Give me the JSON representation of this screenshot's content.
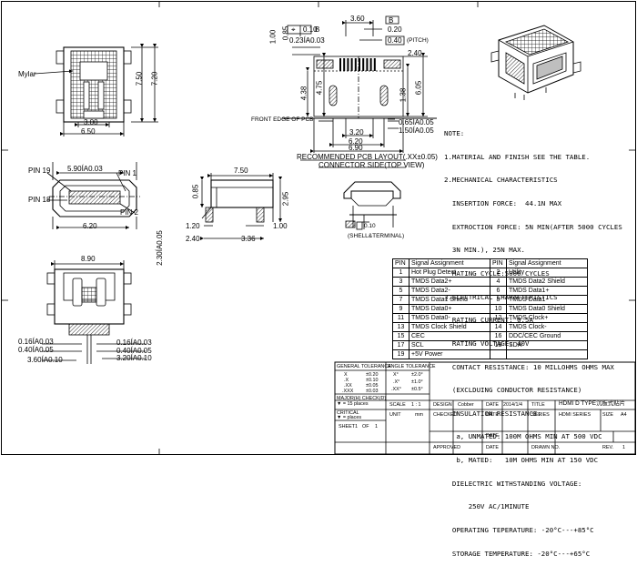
{
  "front_view": {
    "mylar_label": "Mylar",
    "dim_width_inner": "3.00",
    "dim_width_outer": "6.50",
    "dim_height_inner": "7.50",
    "dim_height_outer": "7.20"
  },
  "pcb_layout": {
    "dim_top": "3.60",
    "datum_b": "B",
    "pos_tol": "0.10",
    "pos_ref": "B",
    "dim_020": "0.20",
    "dim_pitch": "0.40",
    "pitch_label": "(PITCH)",
    "dim_100": "1.00",
    "dim_085": "0.85",
    "dim_023": "0.23ÍA0.03",
    "dim_240": "2.40",
    "dim_438": "4.38",
    "dim_475": "4.75",
    "dim_138": "1.38",
    "dim_605": "6.05",
    "dim_065": "0.65ÍA0.05",
    "dim_150": "1.50ÍA0.05",
    "dim_320": "3.20",
    "dim_620": "6.20",
    "dim_690": "6.90",
    "front_edge": "FRONT EDGE OF PCB",
    "caption_1": "RECOMMENDED PCB LAYOUT(.XX±0.05)",
    "caption_2": "CONNECTOR SIDE(TOP VIEW)"
  },
  "mating_view": {
    "pin19": "PIN 19",
    "pin18": "PIN 18",
    "pin1": "PIN 1",
    "pin2": "PIN 2",
    "dim_590": "5.90ÍA0.03",
    "dim_620": "6.20"
  },
  "side_view": {
    "dim_750": "7.50",
    "dim_085": "0.85",
    "dim_295": "2.95",
    "dim_120": "1.20",
    "dim_240": "2.40",
    "dim_336": "3.36",
    "dim_100": "1.00",
    "dim_230": "2.30ÍA0.05"
  },
  "shell_detail": {
    "flatness": "0.10",
    "label": "(SHELL&TERMINAL)"
  },
  "bottom_view": {
    "dim_890": "8.90",
    "l1": "0.16ÍA0.03",
    "l2": "0.40ÍA0.05",
    "l3": "3.60ÍA0.10",
    "r1": "0.16ÍA0.03",
    "r2": "0.40ÍA0.05",
    "r3": "3.20ÍA0.10"
  },
  "notes": [
    "NOTE:",
    "1.MATERIAL AND FINISH SEE THE TABLE.",
    "2.MECHANICAL CHARACTERISTICS",
    "  INSERTION FORCE:  44.1N MAX",
    "  EXTROCTION FORCE: 5N MIN(AFTER 5000 CYCLES",
    "  3N MIN.), 25N MAX.",
    "  MATING CYCLE:5000 CYCLES",
    "3.ELECTRICAL CHARACTERISTICS",
    "  RATING CURRENT: 0.5A",
    "  RATING VOLTAGE: 40V",
    "  CONTACT RESISTANCE: 10 MILLOHMS OHMS MAX",
    "  (EXCLDUING CONDUCTOR RESISTANCE)",
    "  INSULATION RESISTANCE:",
    "   a, UNMATED: 100M OHMS MIN AT 500 VDC",
    "   b, MATED:   10M OHMS MIN AT 150 VDC",
    "  DIELECTRIC WITHSTANDING VOLTAGE:",
    "      250V AC/1MINUTE",
    "  OPERATING TEPERATURE: -20°C---+85°C",
    "  STORAGE TEMPERATURE: -20°C---+65°C"
  ],
  "pin_table": {
    "headers": [
      "PIN",
      "Signal Assignment",
      "PIN",
      "Signal Assignment"
    ],
    "rows": [
      [
        "1",
        "Hot Plug Detect",
        "2",
        "Utility"
      ],
      [
        "3",
        "TMDS Data2+",
        "4",
        "TMDS Data2 Shield"
      ],
      [
        "5",
        "TMDS Data2-",
        "6",
        "TMDS Data1+"
      ],
      [
        "7",
        "TMDS Data1 Shield",
        "8",
        "TMDS Data1-"
      ],
      [
        "9",
        "TMDS Data0+",
        "10",
        "TMDS Data0 Shield"
      ],
      [
        "11",
        "TMDS Data0-",
        "12",
        "TMDS Clock+"
      ],
      [
        "13",
        "TMDS Clock Shield",
        "14",
        "TMDS Clock-"
      ],
      [
        "15",
        "CEC",
        "16",
        "DDC/CEC Ground"
      ],
      [
        "17",
        "SCL",
        "18",
        "SDA"
      ],
      [
        "19",
        "+5V Power",
        "",
        ""
      ]
    ]
  },
  "title_block": {
    "gen_tol": "GENERAL TOLERANCE",
    "ang_tol": "ANGLE TOLERANCE",
    "tol_x": "X",
    "tol_x_val": "±0.20",
    "tol_xx": ".X",
    "tol_xx_val": "±0.10",
    "tol_xxx": ".XX",
    "tol_xxx_val": "±0.05",
    "tol_xxxx": ".XXX",
    "tol_xxxx_val": "±0.03",
    "ang_1": "X°",
    "ang_1_val": "±2.0°",
    "ang_2": ".X°",
    "ang_2_val": "±1.0°",
    "ang_3": ".XX°",
    "ang_3_val": "±0.5°",
    "major": "MAJOR(H) CHECK(D)",
    "major_places": "▼ = 15 places",
    "critical": "CRITICAL",
    "critical_places": "▼ = places",
    "sheet": "SHEET",
    "sheet_val": "1",
    "of": "OF",
    "of_val": "1",
    "scale": "SCALE",
    "scale_val": "1 : 1",
    "unit": "UNIT",
    "unit_val": "mm",
    "design": "DESIGN",
    "designer": "Cobber",
    "checked": "CHECKED",
    "approved": "APPROVED",
    "date": "DATE",
    "date_val": "2014/1/4",
    "title": "TITLE",
    "title_val": "HDMI D TYPE沉板式贴片",
    "part": "HDMI SERIES",
    "series": "SERIES",
    "drawing_no": "DRAWN NO.",
    "size": "SIZE",
    "size_val": "A4",
    "rev": "REV.",
    "rev_val": "1"
  }
}
